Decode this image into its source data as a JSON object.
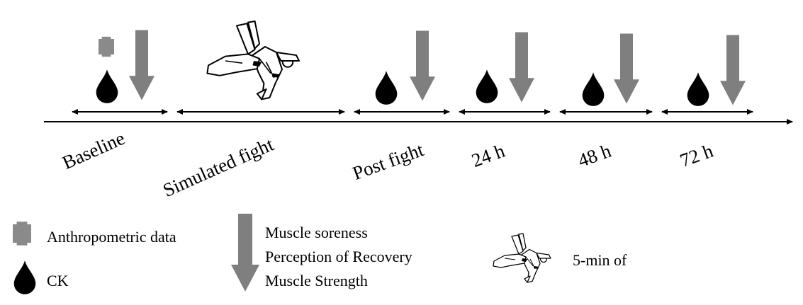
{
  "colors": {
    "arrow_gray": "#7f7f7f",
    "plate_gray": "#8a8a8a",
    "drop_black": "#000000",
    "line_black": "#000000"
  },
  "icons": {
    "anthropometric": "plate-icon",
    "ck": "blood-drop-icon",
    "measures": "down-arrow-icon",
    "fight": "judo-throw-icon"
  },
  "timeline": {
    "phases": [
      {
        "label": "Baseline"
      },
      {
        "label": "Simulated fight"
      },
      {
        "label": "Post fight"
      },
      {
        "label": "24 h"
      },
      {
        "label": "48 h"
      },
      {
        "label": "72 h"
      }
    ]
  },
  "legend": {
    "anthropometric": "Anthropometric data",
    "ck": "CK",
    "measures": [
      "Muscle soreness",
      "Perception of Recovery",
      "Muscle Strength"
    ],
    "fight": "5-min of"
  }
}
